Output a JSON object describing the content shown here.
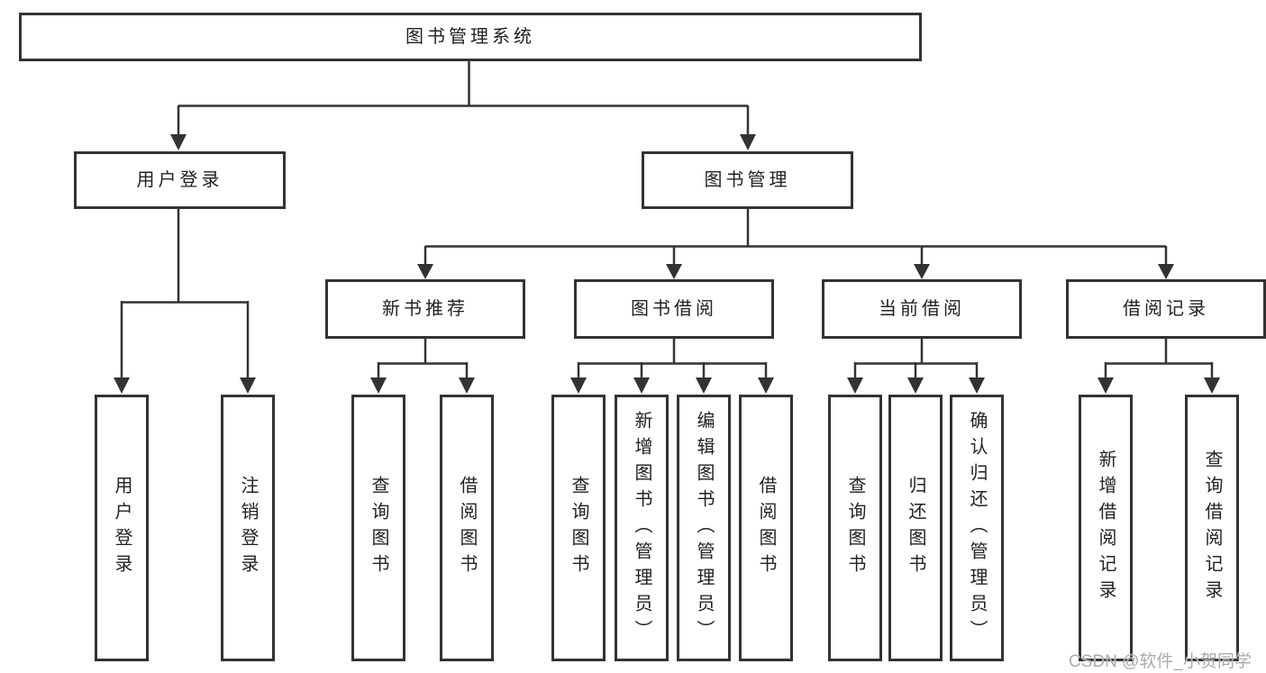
{
  "diagram": {
    "title": "图书管理系统",
    "root": {
      "label": "图书管理系统"
    },
    "level2": [
      {
        "label": "用户登录"
      },
      {
        "label": "图书管理"
      }
    ],
    "level3": [
      {
        "label": "新书推荐"
      },
      {
        "label": "图书借阅"
      },
      {
        "label": "当前借阅"
      },
      {
        "label": "借阅记录"
      }
    ],
    "leaves": {
      "user_login": [
        "用户登录",
        "注销登录"
      ],
      "new_books": [
        "查询图书",
        "借阅图书"
      ],
      "book_borrow": [
        "查询图书",
        "新增图书（管理员）",
        "编辑图书（管理员）",
        "借阅图书"
      ],
      "current_borrow": [
        "查询图书",
        "归还图书",
        "确认归还（管理员）"
      ],
      "borrow_records": [
        "新增借阅记录",
        "查询借阅记录"
      ]
    }
  },
  "watermark": {
    "text": "CSDN @软件_小贺同学",
    "color": "#ababab"
  },
  "colors": {
    "line": "#333333",
    "box_border": "#333333",
    "text": "#222222",
    "background": "#ffffff"
  }
}
